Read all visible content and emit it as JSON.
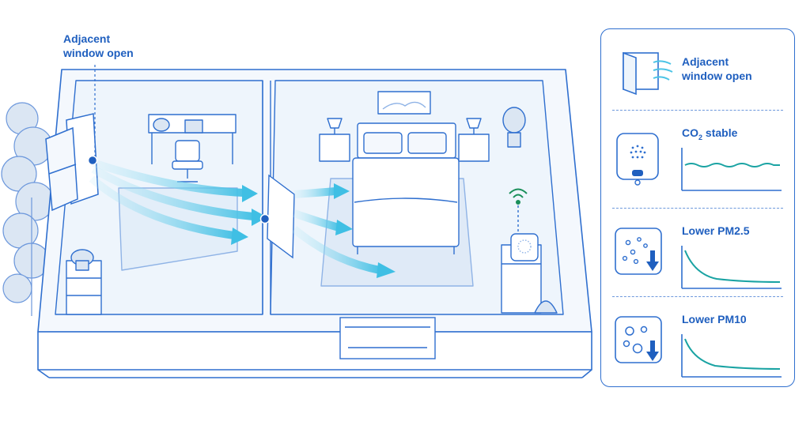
{
  "callout": {
    "line1": "Adjacent",
    "line2": "window open"
  },
  "legend": {
    "window": {
      "line1": "Adjacent",
      "line2": "window open",
      "icon": "open-window-icon"
    },
    "co2": {
      "label": "CO",
      "sub": "2",
      "suffix": " stable",
      "icon": "air-monitor-icon"
    },
    "pm25": {
      "label": "Lower PM2.5",
      "icon": "small-particles-down-icon"
    },
    "pm10": {
      "label": "Lower PM10",
      "icon": "large-particles-down-icon"
    }
  },
  "colors": {
    "line": "#2f6fcf",
    "accent": "#1f5fbf",
    "airflow": "#4cc4e6",
    "graph": "#1aa3a3",
    "floor": "#eef5fc"
  }
}
